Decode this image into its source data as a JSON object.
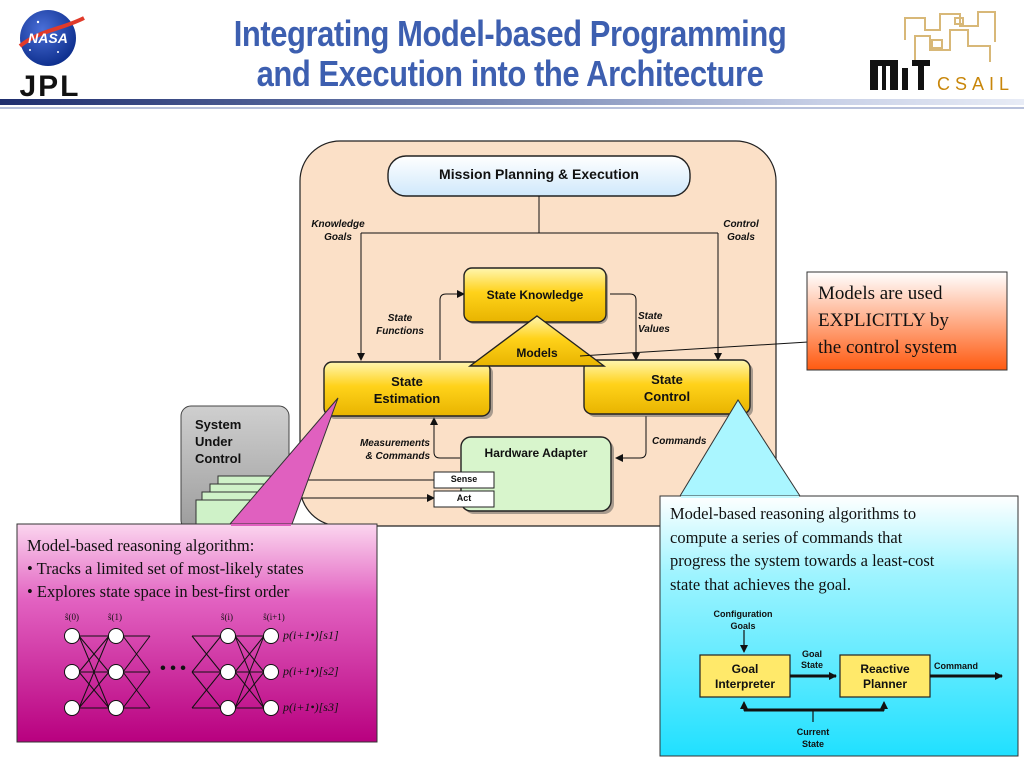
{
  "header": {
    "title_line1": "Integrating Model-based Programming",
    "title_line2": "and Execution into the Architecture",
    "logo_left_top": "NASA",
    "logo_left_bottom": "JPL",
    "logo_right_text": "CSAIL"
  },
  "diagram": {
    "mission_box": "Mission Planning & Execution",
    "knowledge_goals": [
      "Knowledge",
      "Goals"
    ],
    "control_goals": [
      "Control",
      "Goals"
    ],
    "state_knowledge": "State Knowledge",
    "state_functions": [
      "State",
      "Functions"
    ],
    "state_values": [
      "State",
      "Values"
    ],
    "models": "Models",
    "state_estimation": [
      "State",
      "Estimation"
    ],
    "state_control": [
      "State",
      "Control"
    ],
    "measurements": [
      "Measurements",
      "& Commands"
    ],
    "commands": "Commands",
    "hardware_adapter": "Hardware Adapter",
    "sense": "Sense",
    "act": "Act",
    "system_under_control": [
      "System",
      "Under",
      "Control"
    ]
  },
  "callout_models": [
    "Models are used",
    "EXPLICITLY by",
    "the control system"
  ],
  "callout_estimation": {
    "heading": "Model-based reasoning algorithm:",
    "bullets": [
      "• Tracks a limited set of most-likely states",
      "• Explores state space in best-first order"
    ],
    "ellipsis": "• • •",
    "col_labels": [
      "ŝ(0)",
      "ŝ(1)",
      "ŝ(i)",
      "ŝ(i+1)"
    ],
    "prob_labels": [
      "p(i+1•)[s1]",
      "p(i+1•)[s2]",
      "p(i+1•)[s3]"
    ]
  },
  "callout_control": {
    "text": [
      "Model-based reasoning algorithms to",
      "compute a series of commands that",
      "progress the system towards a least-cost",
      "state that achieves the goal."
    ],
    "config_goals": [
      "Configuration",
      "Goals"
    ],
    "goal_interpreter": [
      "Goal",
      "Interpreter"
    ],
    "goal_state": [
      "Goal",
      "State"
    ],
    "reactive_planner": [
      "Reactive",
      "Planner"
    ],
    "command": "Command",
    "current_state": [
      "Current",
      "State"
    ]
  },
  "colors": {
    "title": "#3d5fb0",
    "yellow_box": "#f5c400",
    "panel": "#fbe0c7",
    "callout_orange": "#ff6a1a",
    "callout_pink": "#cc0a99",
    "callout_cyan": "#33e6ff",
    "hardware_green": "#d8f5cc"
  }
}
